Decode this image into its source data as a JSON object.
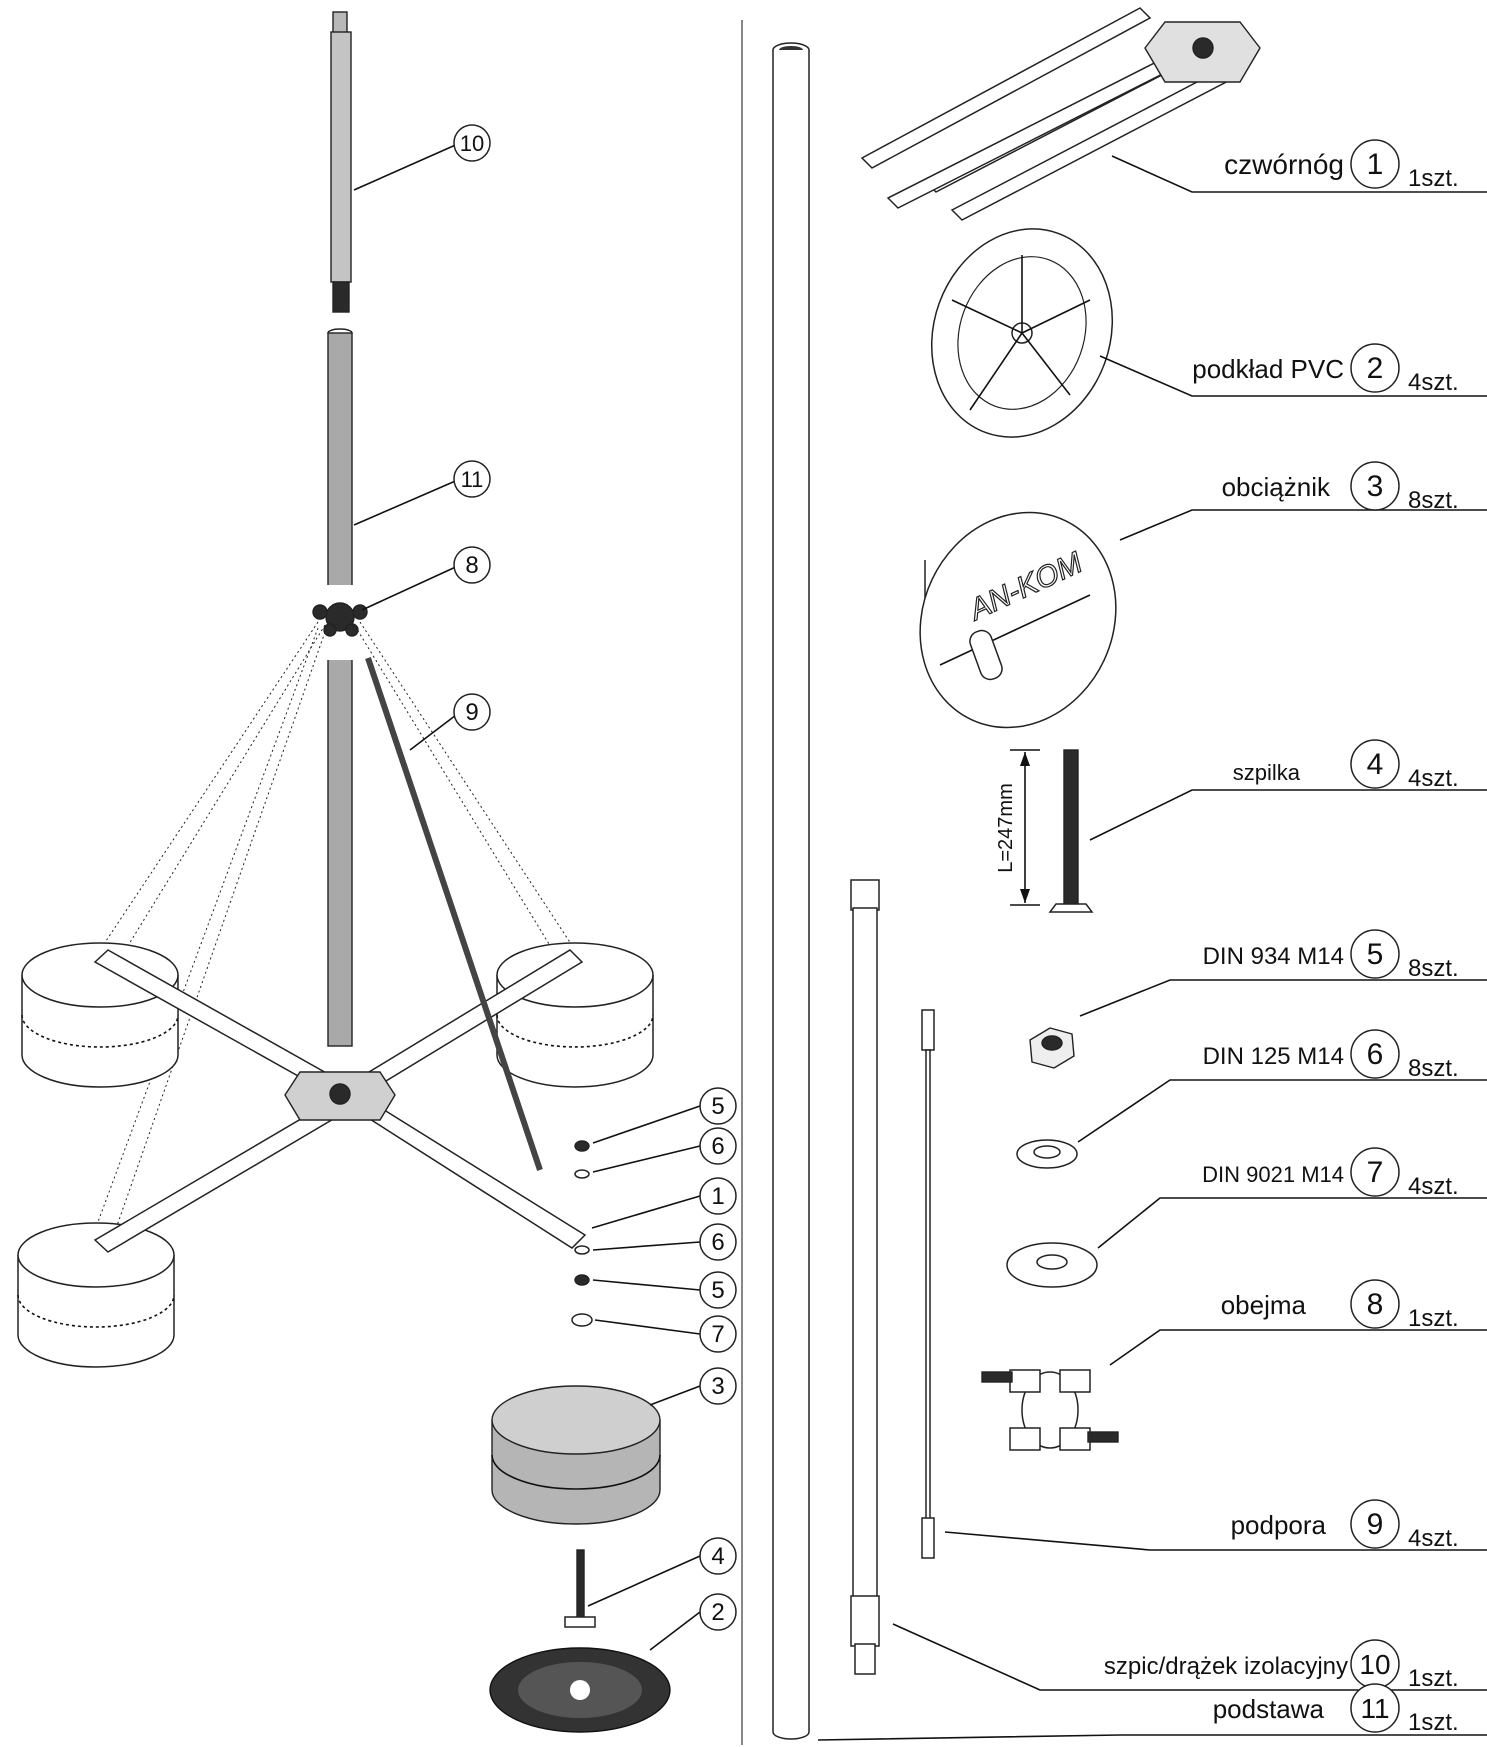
{
  "parts": [
    {
      "num": "1",
      "name": "czwórnóg",
      "qty": "1szt."
    },
    {
      "num": "2",
      "name": "podkład PVC",
      "qty": "4szt."
    },
    {
      "num": "3",
      "name": "obciążnik",
      "qty": "8szt."
    },
    {
      "num": "4",
      "name": "szpilka",
      "qty": "4szt."
    },
    {
      "num": "5",
      "name": "DIN 934 M14",
      "qty": "8szt."
    },
    {
      "num": "6",
      "name": "DIN 125 M14",
      "qty": "8szt."
    },
    {
      "num": "7",
      "name": "DIN 9021 M14",
      "qty": "4szt."
    },
    {
      "num": "8",
      "name": "obejma",
      "qty": "1szt."
    },
    {
      "num": "9",
      "name": "podpora",
      "qty": "4szt."
    },
    {
      "num": "10",
      "name": "szpic/drążek izolacyjny",
      "qty": "1szt."
    },
    {
      "num": "11",
      "name": "podstawa",
      "qty": "1szt."
    }
  ],
  "dimension_label": "L=247mm",
  "brand_text": "AN-KOM",
  "assembly_callouts": [
    "10",
    "11",
    "8",
    "9",
    "5",
    "6",
    "1",
    "6",
    "5",
    "7",
    "3",
    "4",
    "2"
  ]
}
